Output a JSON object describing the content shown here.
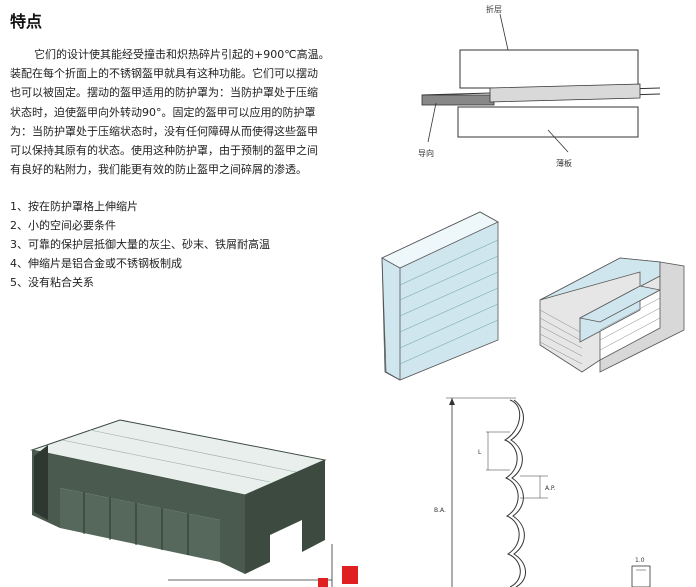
{
  "title": "特点",
  "paragraph_lines": [
    "它们的设计使其能经受撞击和炽热碎片引起的+900℃高温。",
    "装配在每个折面上的不锈钢盔甲就具有这种功能。它们可以摆动",
    "也可以被固定。摆动的盔甲适用的防护罩为：当防护罩处于压缩",
    "状态时，迫使盔甲向外转动90°。固定的盔甲可以应用的防护罩",
    "为：当防护罩处于压缩状态时，没有任何障碍从而使得这些盔甲",
    "可以保持其原有的状态。使用这种防护罩，由于预制的盔甲之间",
    "有良好的粘附力，我们能更有效的防止盔甲之间碎屑的渗透。"
  ],
  "features": [
    "1、按在防护罩格上伸缩片",
    "2、小的空间必要条件",
    "3、可靠的保护层抵御大量的灰尘、砂末、铁屑耐高温",
    "4、伸缩片是铝合金或不锈钢板制成",
    "5、没有粘合关系"
  ],
  "diagram_labels": {
    "fold": "折层",
    "guide": "导向",
    "plate": "薄板",
    "dim_l": "L",
    "dim_ap": "A.P.",
    "dim_ba": "B.A.",
    "dim_small": "1.0"
  },
  "colors": {
    "accent_red": "#e02020",
    "cover_green": "#3c4a40",
    "cover_top": "#e8efec",
    "blue_panel": "#cfe6ee"
  }
}
